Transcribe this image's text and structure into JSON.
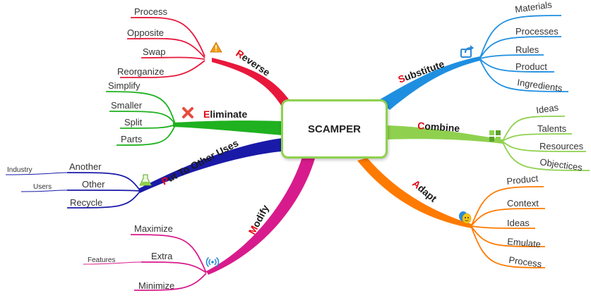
{
  "center": {
    "label": "SCAMPER"
  },
  "colors": {
    "reverse": "#e8183c",
    "eliminate": "#1fb11f",
    "put_to_other_uses": "#1a1aa8",
    "modify": "#d81b8c",
    "substitute": "#1e8fe0",
    "combine": "#8fd14f",
    "adapt": "#ff7a00",
    "initial": "#e30613",
    "center_border": "#8fd14f"
  },
  "branches": {
    "reverse": {
      "initial": "R",
      "rest": "everse",
      "icon": "warning-icon",
      "children": [
        "Process",
        "Opposite",
        "Swap",
        "Reorganize"
      ]
    },
    "eliminate": {
      "initial": "E",
      "rest": "liminate",
      "icon": "red-x-icon",
      "children": [
        "Simplify",
        "Smaller",
        "Split",
        "Parts"
      ]
    },
    "put_to_other_uses": {
      "initial": "P",
      "rest": "ut To Other Uses",
      "icon": "flask-icon",
      "children": [
        {
          "label": "Another",
          "sub": "Industry"
        },
        {
          "label": "Other",
          "sub": "Users"
        },
        {
          "label": "Recycle"
        }
      ]
    },
    "modify": {
      "initial": "M",
      "rest": "odify",
      "icon": "signal-icon",
      "children": [
        {
          "label": "Maximize"
        },
        {
          "label": "Extra",
          "sub": "Features"
        },
        {
          "label": "Minimize"
        }
      ]
    },
    "substitute": {
      "initial": "S",
      "rest": "ubstitute",
      "icon": "share-icon",
      "children": [
        "Materials",
        "Processes",
        "Rules",
        "Product",
        "Ingredients"
      ]
    },
    "combine": {
      "initial": "C",
      "rest": "ombine",
      "icon": "puzzle-icon",
      "children": [
        "Ideas",
        "Talents",
        "Resources",
        "Objectices"
      ]
    },
    "adapt": {
      "initial": "A",
      "rest": "dapt",
      "icon": "masks-icon",
      "children": [
        "Product",
        "Context",
        "Ideas",
        "Emulate",
        "Process"
      ]
    }
  }
}
